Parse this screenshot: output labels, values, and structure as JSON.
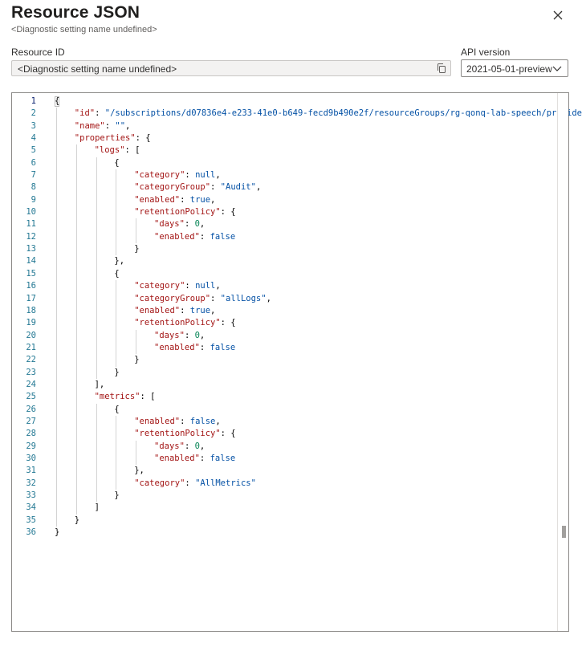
{
  "header": {
    "title": "Resource JSON",
    "subtitle": "<Diagnostic setting name undefined>"
  },
  "resource_id": {
    "label": "Resource ID",
    "value": "<Diagnostic setting name undefined>"
  },
  "api_version": {
    "label": "API version",
    "selected": "2021-05-01-preview"
  },
  "editor": {
    "lines": [
      {
        "n": "1",
        "indent": 0,
        "tokens": [
          [
            "p",
            "{"
          ]
        ]
      },
      {
        "n": "2",
        "indent": 1,
        "tokens": [
          [
            "k",
            "\"id\""
          ],
          [
            "p",
            ": "
          ],
          [
            "s",
            "\"/subscriptions/d07836e4-e233-41e0-b649-fecd9b490e2f/resourceGroups/rg-qonq-lab-speech/provide"
          ]
        ]
      },
      {
        "n": "3",
        "indent": 1,
        "tokens": [
          [
            "k",
            "\"name\""
          ],
          [
            "p",
            ": "
          ],
          [
            "s",
            "\"\""
          ],
          [
            "p",
            ","
          ]
        ]
      },
      {
        "n": "4",
        "indent": 1,
        "tokens": [
          [
            "k",
            "\"properties\""
          ],
          [
            "p",
            ": {"
          ]
        ]
      },
      {
        "n": "5",
        "indent": 2,
        "tokens": [
          [
            "k",
            "\"logs\""
          ],
          [
            "p",
            ": ["
          ]
        ]
      },
      {
        "n": "6",
        "indent": 3,
        "tokens": [
          [
            "p",
            "{"
          ]
        ]
      },
      {
        "n": "7",
        "indent": 4,
        "tokens": [
          [
            "k",
            "\"category\""
          ],
          [
            "p",
            ": "
          ],
          [
            "b",
            "null"
          ],
          [
            "p",
            ","
          ]
        ]
      },
      {
        "n": "8",
        "indent": 4,
        "tokens": [
          [
            "k",
            "\"categoryGroup\""
          ],
          [
            "p",
            ": "
          ],
          [
            "s",
            "\"Audit\""
          ],
          [
            "p",
            ","
          ]
        ]
      },
      {
        "n": "9",
        "indent": 4,
        "tokens": [
          [
            "k",
            "\"enabled\""
          ],
          [
            "p",
            ": "
          ],
          [
            "b",
            "true"
          ],
          [
            "p",
            ","
          ]
        ]
      },
      {
        "n": "10",
        "indent": 4,
        "tokens": [
          [
            "k",
            "\"retentionPolicy\""
          ],
          [
            "p",
            ": {"
          ]
        ]
      },
      {
        "n": "11",
        "indent": 5,
        "tokens": [
          [
            "k",
            "\"days\""
          ],
          [
            "p",
            ": "
          ],
          [
            "n",
            "0"
          ],
          [
            "p",
            ","
          ]
        ]
      },
      {
        "n": "12",
        "indent": 5,
        "tokens": [
          [
            "k",
            "\"enabled\""
          ],
          [
            "p",
            ": "
          ],
          [
            "b",
            "false"
          ]
        ]
      },
      {
        "n": "13",
        "indent": 4,
        "tokens": [
          [
            "p",
            "}"
          ]
        ]
      },
      {
        "n": "14",
        "indent": 3,
        "tokens": [
          [
            "p",
            "},"
          ]
        ]
      },
      {
        "n": "15",
        "indent": 3,
        "tokens": [
          [
            "p",
            "{"
          ]
        ]
      },
      {
        "n": "16",
        "indent": 4,
        "tokens": [
          [
            "k",
            "\"category\""
          ],
          [
            "p",
            ": "
          ],
          [
            "b",
            "null"
          ],
          [
            "p",
            ","
          ]
        ]
      },
      {
        "n": "17",
        "indent": 4,
        "tokens": [
          [
            "k",
            "\"categoryGroup\""
          ],
          [
            "p",
            ": "
          ],
          [
            "s",
            "\"allLogs\""
          ],
          [
            "p",
            ","
          ]
        ]
      },
      {
        "n": "18",
        "indent": 4,
        "tokens": [
          [
            "k",
            "\"enabled\""
          ],
          [
            "p",
            ": "
          ],
          [
            "b",
            "true"
          ],
          [
            "p",
            ","
          ]
        ]
      },
      {
        "n": "19",
        "indent": 4,
        "tokens": [
          [
            "k",
            "\"retentionPolicy\""
          ],
          [
            "p",
            ": {"
          ]
        ]
      },
      {
        "n": "20",
        "indent": 5,
        "tokens": [
          [
            "k",
            "\"days\""
          ],
          [
            "p",
            ": "
          ],
          [
            "n",
            "0"
          ],
          [
            "p",
            ","
          ]
        ]
      },
      {
        "n": "21",
        "indent": 5,
        "tokens": [
          [
            "k",
            "\"enabled\""
          ],
          [
            "p",
            ": "
          ],
          [
            "b",
            "false"
          ]
        ]
      },
      {
        "n": "22",
        "indent": 4,
        "tokens": [
          [
            "p",
            "}"
          ]
        ]
      },
      {
        "n": "23",
        "indent": 3,
        "tokens": [
          [
            "p",
            "}"
          ]
        ]
      },
      {
        "n": "24",
        "indent": 2,
        "tokens": [
          [
            "p",
            "],"
          ]
        ]
      },
      {
        "n": "25",
        "indent": 2,
        "tokens": [
          [
            "k",
            "\"metrics\""
          ],
          [
            "p",
            ": ["
          ]
        ]
      },
      {
        "n": "26",
        "indent": 3,
        "tokens": [
          [
            "p",
            "{"
          ]
        ]
      },
      {
        "n": "27",
        "indent": 4,
        "tokens": [
          [
            "k",
            "\"enabled\""
          ],
          [
            "p",
            ": "
          ],
          [
            "b",
            "false"
          ],
          [
            "p",
            ","
          ]
        ]
      },
      {
        "n": "28",
        "indent": 4,
        "tokens": [
          [
            "k",
            "\"retentionPolicy\""
          ],
          [
            "p",
            ": {"
          ]
        ]
      },
      {
        "n": "29",
        "indent": 5,
        "tokens": [
          [
            "k",
            "\"days\""
          ],
          [
            "p",
            ": "
          ],
          [
            "n",
            "0"
          ],
          [
            "p",
            ","
          ]
        ]
      },
      {
        "n": "30",
        "indent": 5,
        "tokens": [
          [
            "k",
            "\"enabled\""
          ],
          [
            "p",
            ": "
          ],
          [
            "b",
            "false"
          ]
        ]
      },
      {
        "n": "31",
        "indent": 4,
        "tokens": [
          [
            "p",
            "},"
          ]
        ]
      },
      {
        "n": "32",
        "indent": 4,
        "tokens": [
          [
            "k",
            "\"category\""
          ],
          [
            "p",
            ": "
          ],
          [
            "s",
            "\"AllMetrics\""
          ]
        ]
      },
      {
        "n": "33",
        "indent": 3,
        "tokens": [
          [
            "p",
            "}"
          ]
        ]
      },
      {
        "n": "34",
        "indent": 2,
        "tokens": [
          [
            "p",
            "]"
          ]
        ]
      },
      {
        "n": "35",
        "indent": 1,
        "tokens": [
          [
            "p",
            "}"
          ]
        ]
      },
      {
        "n": "36",
        "indent": 0,
        "tokens": [
          [
            "p",
            "}"
          ]
        ]
      }
    ]
  },
  "icons": {
    "close": "close-icon",
    "copy": "copy-icon",
    "dropdown": "chevron-down-icon"
  },
  "colors": {
    "json_key": "#a31515",
    "json_string": "#0451a5",
    "json_number": "#098658",
    "line_number": "#237893"
  }
}
